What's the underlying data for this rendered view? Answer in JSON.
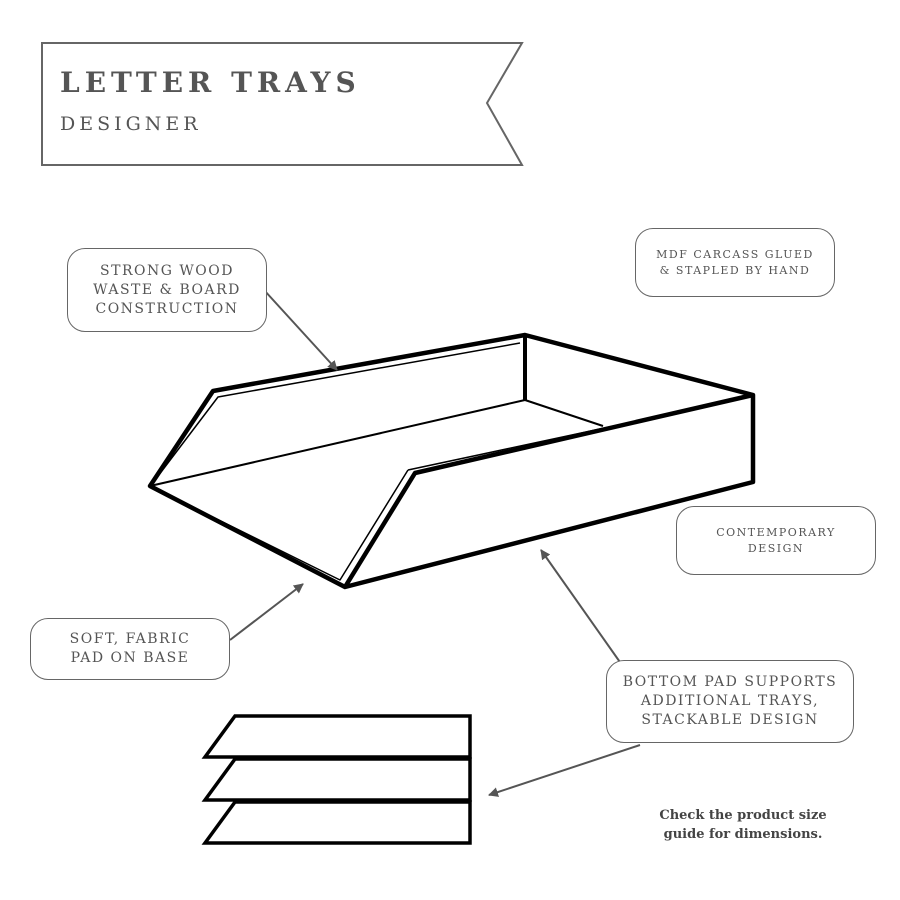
{
  "header": {
    "title": "LETTER TRAYS",
    "subtitle": "DESIGNER"
  },
  "callouts": [
    {
      "lines": [
        "STRONG WOOD",
        "WASTE & BOARD",
        "CONSTRUCTION"
      ]
    },
    {
      "lines": [
        "MDF CARCASS GLUED",
        "& STAPLED BY HAND"
      ]
    },
    {
      "lines": [
        "CONTEMPORARY",
        "DESIGN"
      ]
    },
    {
      "lines": [
        "SOFT, FABRIC",
        "PAD ON BASE"
      ]
    },
    {
      "lines": [
        "BOTTOM PAD SUPPORTS",
        "ADDITIONAL TRAYS,",
        "STACKABLE DESIGN"
      ]
    }
  ],
  "footnote": {
    "lines": [
      "Check the product size",
      "guide for dimensions."
    ]
  },
  "colors": {
    "outline": "#000000",
    "text": "#555555",
    "arrow": "#555555",
    "box_border": "#666666"
  }
}
